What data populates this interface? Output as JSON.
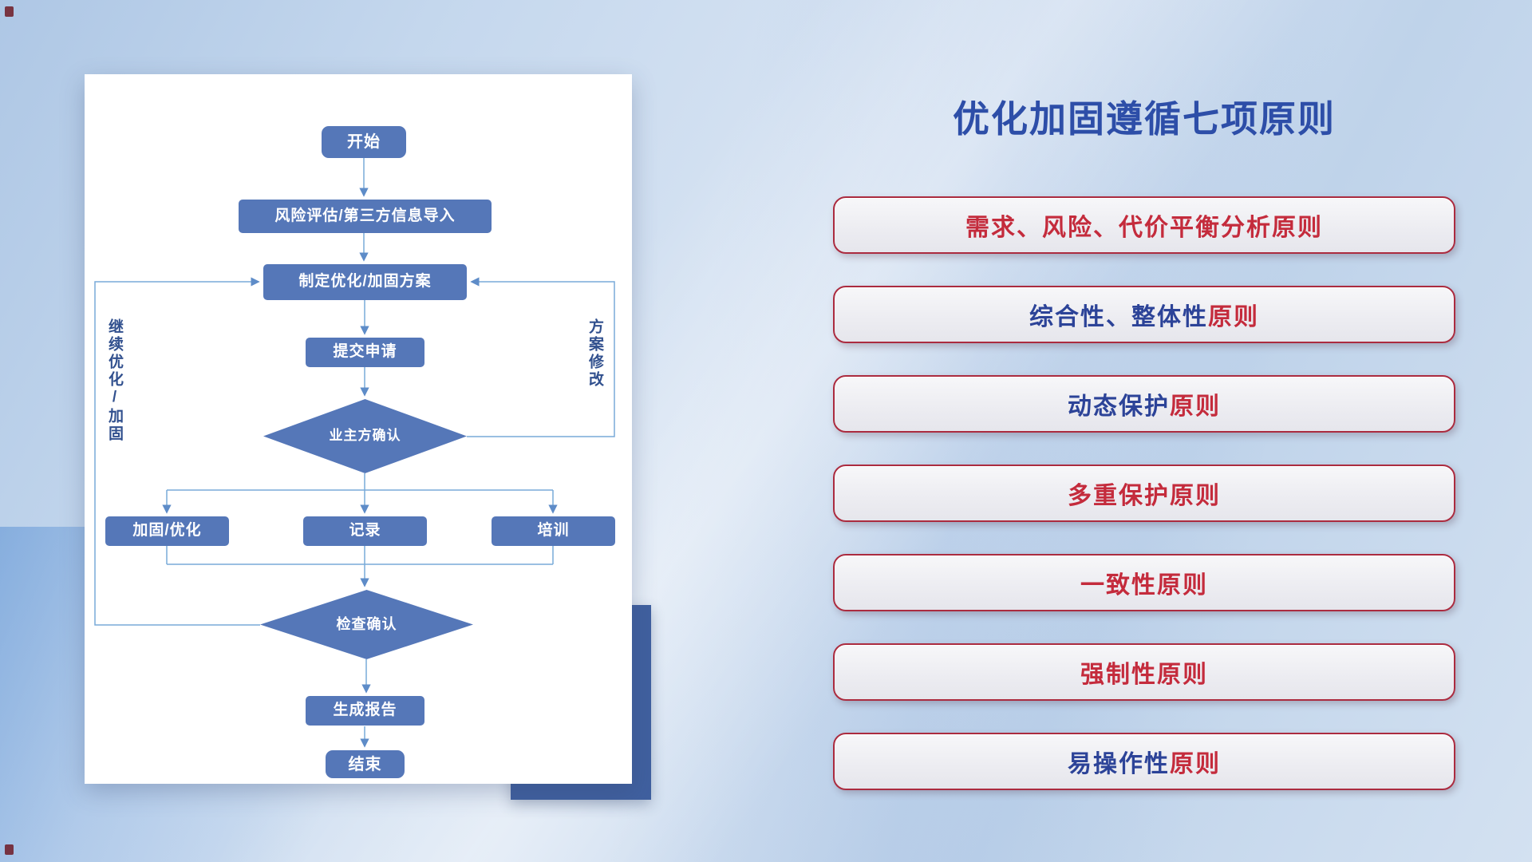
{
  "slide": {
    "title": "优化加固遵循七项原则"
  },
  "colors": {
    "title_blue": "#2d4ea8",
    "principle_red": "#c42b3c",
    "principle_blue": "#2c4398",
    "principle_border": "#ab2b3f",
    "flow_node_blue": "#5577b8",
    "flow_line_blue": "#79aad9",
    "card_shadow_blue": "#40609f"
  },
  "flowchart": {
    "nodes": {
      "start": "开始",
      "risk": "风险评估/第三方信息导入",
      "plan": "制定优化/加固方案",
      "submit": "提交申请",
      "owner_confirm": "业主方确认",
      "harden": "加固/优化",
      "record": "记录",
      "training": "培训",
      "check_confirm": "检查确认",
      "report": "生成报告",
      "end": "结束"
    },
    "edge_labels": {
      "continue_loop": "继续优化/加固",
      "modify_loop": "方案修改"
    }
  },
  "principles": [
    {
      "segments": [
        {
          "text": "需求、风险、代价平衡分析原则",
          "color": "#c42b3c"
        }
      ]
    },
    {
      "segments": [
        {
          "text": "综合性、整体性",
          "color": "#2c4398"
        },
        {
          "text": "原则",
          "color": "#c42b3c"
        }
      ]
    },
    {
      "segments": [
        {
          "text": "动态保护",
          "color": "#2c4398"
        },
        {
          "text": "原则",
          "color": "#c42b3c"
        }
      ]
    },
    {
      "segments": [
        {
          "text": "多重保护原则",
          "color": "#c42b3c"
        }
      ]
    },
    {
      "segments": [
        {
          "text": "一致性原则",
          "color": "#c42b3c"
        }
      ]
    },
    {
      "segments": [
        {
          "text": "强制性原则",
          "color": "#c42b3c"
        }
      ]
    },
    {
      "segments": [
        {
          "text": "易操作性",
          "color": "#2c4398"
        },
        {
          "text": "原则",
          "color": "#c42b3c"
        }
      ]
    }
  ]
}
